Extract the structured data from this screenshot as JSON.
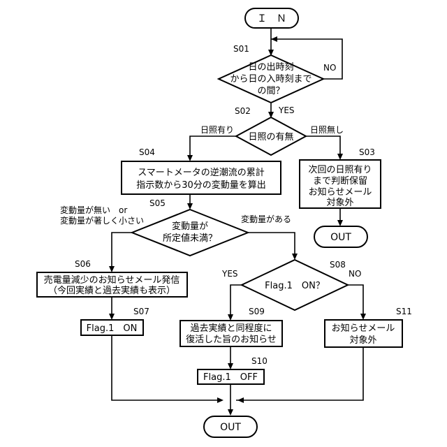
{
  "nodes": {
    "start": {
      "label": "Ｉ　Ｎ"
    },
    "s01": {
      "step": "S01",
      "lines": [
        "日の出時刻",
        "から日の入時刻まで",
        "の間？"
      ]
    },
    "s02": {
      "step": "S02",
      "lines": [
        "日照の有無"
      ]
    },
    "s03": {
      "step": "S03",
      "lines": [
        "次回の日照有り",
        "まで判断保留",
        "お知らせメール",
        "対象外"
      ]
    },
    "out_right": {
      "label": "OUT"
    },
    "s04": {
      "step": "S04",
      "lines": [
        "スマートメータの逆潮流の累計",
        "指示数から30分の変動量を算出"
      ]
    },
    "s05": {
      "step": "S05",
      "lines": [
        "変動量が",
        "所定値未満？"
      ]
    },
    "s06": {
      "step": "S06",
      "lines": [
        "売電量減少のお知らせメール発信",
        "（今回実績と過去実績も表示）"
      ]
    },
    "s07": {
      "step": "S07",
      "lines": [
        "Flag.1　ON"
      ]
    },
    "s08": {
      "step": "S08",
      "lines": [
        "Flag.1　ON？"
      ]
    },
    "s09": {
      "step": "S09",
      "lines": [
        "過去実績と同程度に",
        "復活した旨のお知らせ"
      ]
    },
    "s10": {
      "step": "S10",
      "lines": [
        "Flag.1　OFF"
      ]
    },
    "s11": {
      "step": "S11",
      "lines": [
        "お知らせメール",
        "対象外"
      ]
    },
    "out_bottom": {
      "label": "OUT"
    }
  },
  "edges": {
    "s01_no": "NO",
    "s01_yes": "YES",
    "s02_sun": "日照有り",
    "s02_nosun": "日照無し",
    "s05_yes": [
      "変動量が無い　or",
      "変動量が著しく小さい"
    ],
    "s05_no": "変動量がある",
    "s08_yes": "YES",
    "s08_no": "NO"
  }
}
